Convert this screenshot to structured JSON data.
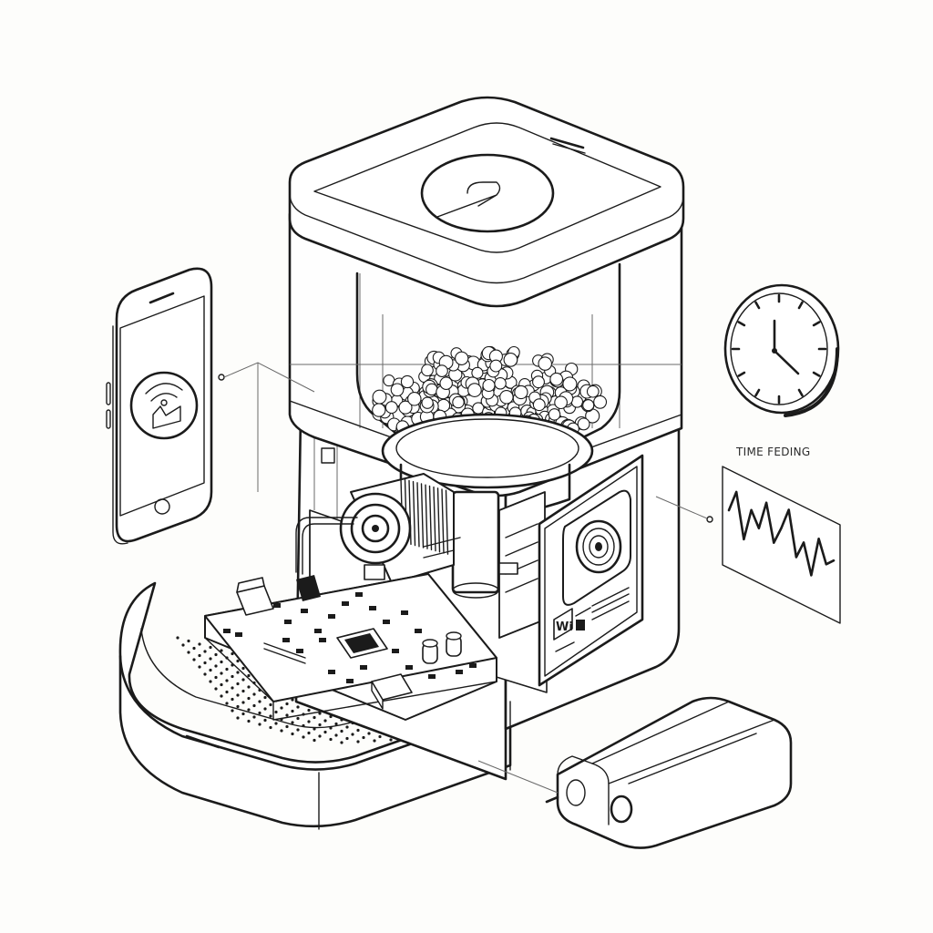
{
  "labels": {
    "clock_caption": "TIME FEDING",
    "panel_badge": "Wi"
  },
  "colors": {
    "line": "#1b1b1b",
    "background": "#fdfdfb",
    "fill": "#ffffff"
  },
  "icons": [
    "smartphone-icon",
    "clock-icon",
    "waveform-chart-icon",
    "battery-pack-icon",
    "camera-lens-icon",
    "motor-icon",
    "circuit-board-icon"
  ],
  "waveform": [
    0.5,
    0.2,
    0.8,
    0.35,
    0.55,
    0.15,
    0.65,
    0.4,
    0.1,
    0.7,
    0.45,
    0.85,
    0.3,
    0.6,
    0.5
  ]
}
